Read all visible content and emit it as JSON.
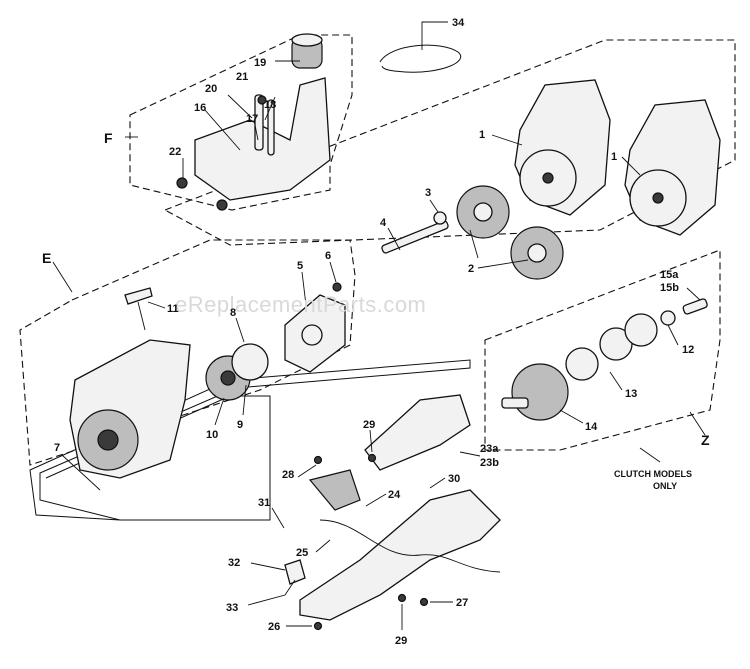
{
  "watermark": "eReplacementParts.com",
  "group_labels": {
    "f": "F",
    "e": "E",
    "z": "Z"
  },
  "note": {
    "line1": "CLUTCH MODELS",
    "line2": "ONLY"
  },
  "callouts": {
    "c1a": "1",
    "c1b": "1",
    "c2": "2",
    "c3": "3",
    "c4": "4",
    "c5": "5",
    "c6": "6",
    "c7": "7",
    "c8": "8",
    "c9": "9",
    "c10": "10",
    "c11": "11",
    "c12": "12",
    "c13": "13",
    "c14": "14",
    "c15a": "15a",
    "c15b": "15b",
    "c16": "16",
    "c17": "17",
    "c18": "18",
    "c19": "19",
    "c20": "20",
    "c21": "21",
    "c22": "22",
    "c23a": "23a",
    "c23b": "23b",
    "c24": "24",
    "c25": "25",
    "c26": "26",
    "c27": "27",
    "c28": "28",
    "c29a": "29",
    "c29b": "29",
    "c30": "30",
    "c31": "31",
    "c32": "32",
    "c33": "33",
    "c34": "34"
  }
}
